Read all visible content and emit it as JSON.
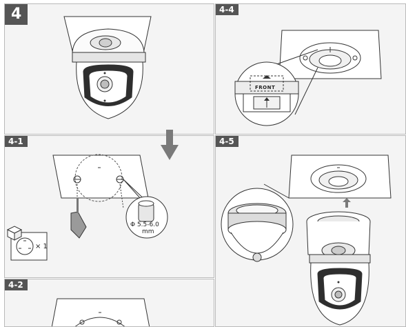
{
  "steps": {
    "s4": "4",
    "s4_1": "4-1",
    "s4_2": "4-2",
    "s4_4": "4-4",
    "s4_5": "4-5"
  },
  "labels": {
    "hole_diameter_line1": "Φ 5.5-6.0",
    "hole_diameter_line2": "mm",
    "quantity": "× 1",
    "front": "FRONT"
  },
  "colors": {
    "tag_bg": "#555555",
    "panel_bg": "#f4f4f4",
    "arrow": "#7a7a7a"
  }
}
